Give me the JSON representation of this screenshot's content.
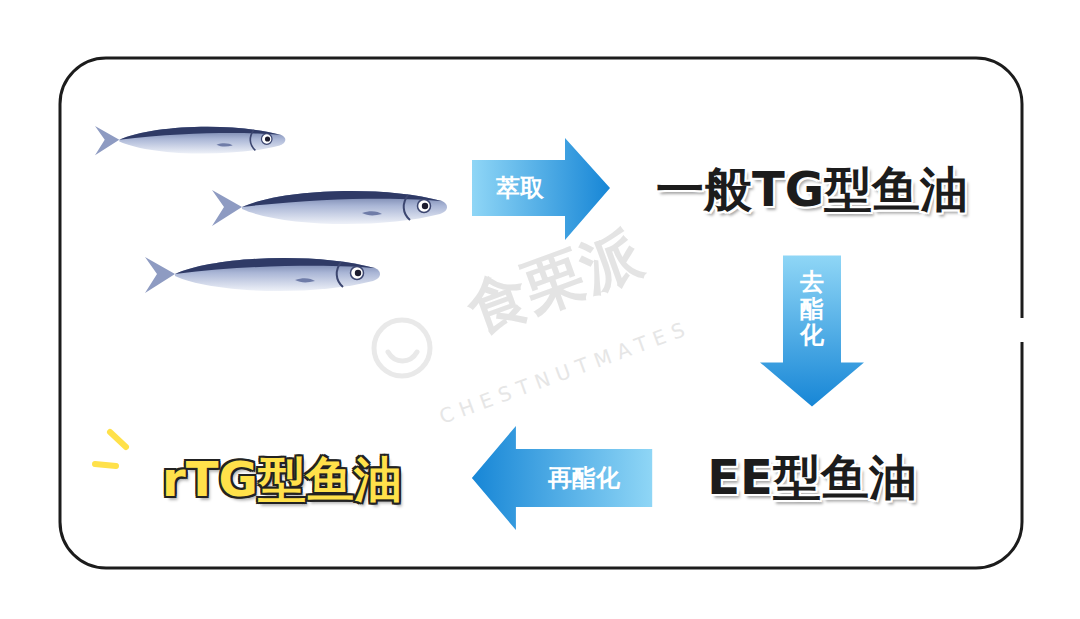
{
  "diagram": {
    "nodes": [
      {
        "text": [
          "一般TG型鱼油"
        ]
      },
      {
        "text": [
          "EE型鱼油"
        ]
      },
      {
        "text": [
          "rTG型鱼油"
        ]
      }
    ],
    "edges": [
      {
        "from": 0,
        "to": 1,
        "label": "去酯化",
        "arrow": "to"
      },
      {
        "from": 1,
        "to": 2,
        "label": "再酯化",
        "arrow": "to"
      }
    ],
    "labels": [
      "萃取",
      "食栗派",
      "CHESTNUTMATES"
    ]
  }
}
